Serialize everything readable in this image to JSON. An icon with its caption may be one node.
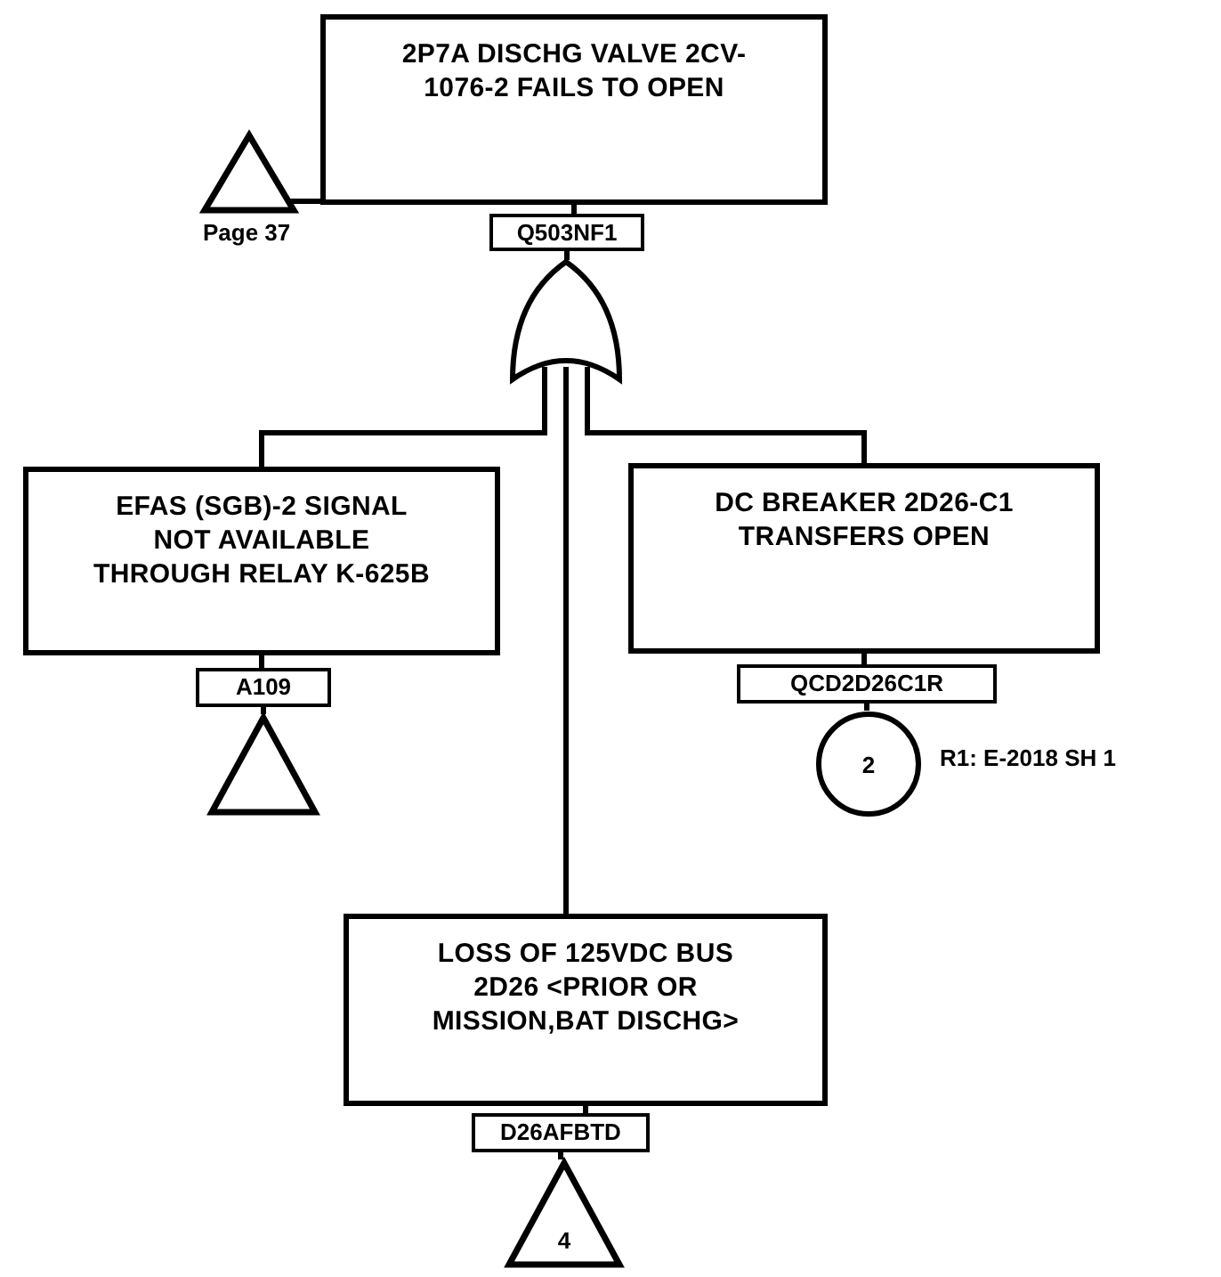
{
  "diagram": {
    "nodes": [
      {
        "text": [
          "2P7A DISCHG VALVE 2CV-1076-2 FAILS TO OPEN"
        ]
      },
      {
        "text": [
          "Q503NF1"
        ]
      },
      {
        "text": [],
        "shape": "gate"
      },
      {
        "text": [],
        "shape": "triangle",
        "beside": [
          "Page 37"
        ]
      },
      {
        "text": [
          "EFAS (SGB)-2 SIGNAL NOT AVAILABLE THROUGH RELAY K-625B"
        ]
      },
      {
        "text": [
          "A109"
        ]
      },
      {
        "text": [],
        "shape": "triangle"
      },
      {
        "text": [
          "DC BREAKER 2D26-C1 TRANSFERS OPEN"
        ]
      },
      {
        "text": [
          "QCD2D26C1R"
        ]
      },
      {
        "text": [
          "2"
        ],
        "beside": [
          "R1: E-2018 SH 1"
        ]
      },
      {
        "text": [
          "LOSS OF 125VDC BUS 2D26 <PRIOR OR MISSION,BAT DISCHG>"
        ]
      },
      {
        "text": [
          "D26AFBTD"
        ]
      },
      {
        "text": [
          "4"
        ]
      }
    ],
    "edges": [
      {
        "from": 0,
        "to": 1,
        "arrow": "none"
      },
      {
        "from": 1,
        "to": 2,
        "arrow": "none"
      },
      {
        "from": 3,
        "to": 0,
        "arrow": "none"
      },
      {
        "from": 2,
        "to": 4,
        "arrow": "none"
      },
      {
        "from": 2,
        "to": 7,
        "arrow": "none"
      },
      {
        "from": 2,
        "to": 10,
        "arrow": "none"
      },
      {
        "from": 4,
        "to": 5,
        "arrow": "none"
      },
      {
        "from": 5,
        "to": 6,
        "arrow": "none"
      },
      {
        "from": 7,
        "to": 8,
        "arrow": "none"
      },
      {
        "from": 8,
        "to": 9,
        "arrow": "none"
      },
      {
        "from": 10,
        "to": 11,
        "arrow": "none"
      },
      {
        "from": 11,
        "to": 12,
        "arrow": "none"
      }
    ]
  }
}
